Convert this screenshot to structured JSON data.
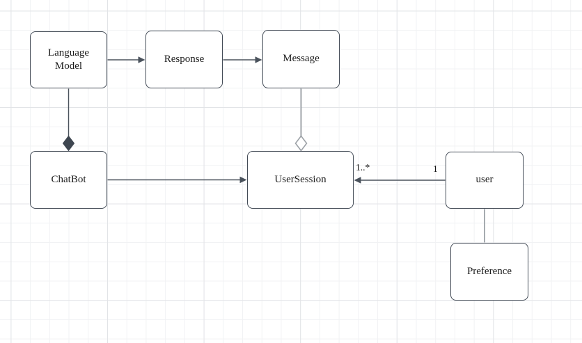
{
  "diagram": {
    "nodes": {
      "language_model": {
        "label": "Language Model"
      },
      "response": {
        "label": "Response"
      },
      "message": {
        "label": "Message"
      },
      "chatbot": {
        "label": "ChatBot"
      },
      "user_session": {
        "label": "UserSession"
      },
      "user": {
        "label": "user"
      },
      "preference": {
        "label": "Preference"
      }
    },
    "edges": [
      {
        "from": "language_model",
        "to": "response",
        "type": "directed-arrow"
      },
      {
        "from": "response",
        "to": "message",
        "type": "directed-arrow"
      },
      {
        "from": "language_model",
        "to": "chatbot",
        "type": "composition",
        "diamond_at": "chatbot"
      },
      {
        "from": "message",
        "to": "user_session",
        "type": "aggregation",
        "diamond_at": "user_session"
      },
      {
        "from": "chatbot",
        "to": "user_session",
        "type": "directed-arrow"
      },
      {
        "from": "user",
        "to": "user_session",
        "type": "directed-arrow",
        "source_label": "1",
        "target_label": "1..*"
      },
      {
        "from": "user",
        "to": "preference",
        "type": "association"
      }
    ],
    "colors": {
      "canvas_bg": "#ffffff",
      "grid_minor": "#f1f2f4",
      "grid_major": "#e2e4e7",
      "node_fill": "#ffffff",
      "node_border": "#434b56",
      "connector_dark": "#4a525c",
      "connector_light": "#9da2a7",
      "diamond_fill": "#3e4650",
      "text": "#1c1c1c"
    }
  }
}
